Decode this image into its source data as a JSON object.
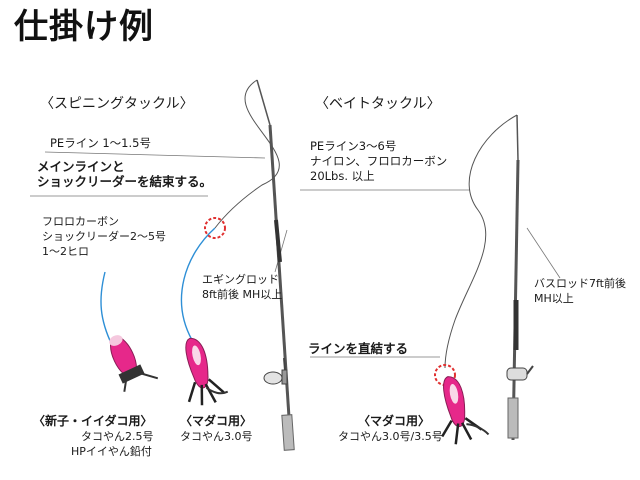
{
  "title": "仕掛け例",
  "spinning": {
    "header": "〈スピニングタックル〉",
    "pe_line": "PEライン 1～1.5号",
    "knot_note": [
      "メインラインと",
      "ショックリーダーを結束する。"
    ],
    "leader": [
      "フロロカーボン",
      "ショックリーダー2～5号",
      "1～2ヒロ"
    ],
    "rod": [
      "エギングロッド",
      "8ft前後 MH以上"
    ],
    "jig_small_title": "〈新子・イイダコ用〉",
    "jig_small_specs": [
      "タコやん2.5号",
      "HPイイやん鉛付"
    ],
    "jig_madako_title": "〈マダコ用〉",
    "jig_madako_specs": [
      "タコやん3.0号"
    ]
  },
  "bait": {
    "header": "〈ベイトタックル〉",
    "line": [
      "PEライン3～6号",
      "ナイロン、フロロカーボン",
      "20Lbs. 以上"
    ],
    "direct_note": "ラインを直結する",
    "rod": [
      "バスロッド7ft前後",
      "MH以上"
    ],
    "jig_title": "〈マダコ用〉",
    "jig_specs": [
      "タコやん3.0号/3.5号"
    ]
  },
  "colors": {
    "leader_line": "#2e8fd6",
    "knot_marker": "#e03030",
    "jig_pink": "#e6288a",
    "rod": "#555555"
  }
}
